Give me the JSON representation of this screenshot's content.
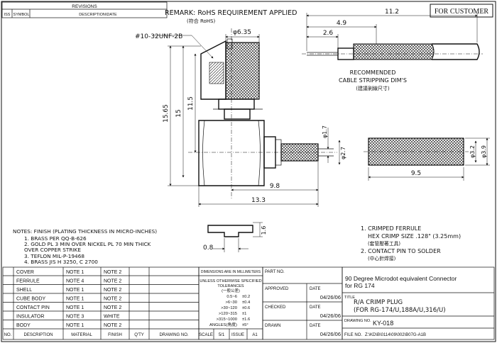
{
  "revisions": {
    "title": "REVISIONS",
    "col_iss": "ISS",
    "col_symbol": "SYMBOL",
    "col_description": "DESCRIPTION\\DATE"
  },
  "remark": {
    "line1": "REMARK: RoHS REQUIREMENT APPLIED",
    "line2": "(符合 RoHS)"
  },
  "for_customer": "FOR CUSTOMER",
  "dimensions": {
    "thread": "#10-32UNF-2B",
    "d635": "φ6.35",
    "d1565": "15.65",
    "d15": "15",
    "d115": "11.5",
    "d17": "φ1.7",
    "d27": "φ2.7",
    "d98": "9.8",
    "d133": "13.3",
    "d16": "1.6",
    "d08": "0.8",
    "d112": "11.2",
    "d49": "4.9",
    "d26": "2.6",
    "d32": "φ3.2",
    "d39": "φ3.9",
    "d95": "9.5"
  },
  "stripping": {
    "line1": "RECOMMENDED",
    "line2": "CABLE STRIPPING DIM'S",
    "line3": "(建議剝線尺寸)"
  },
  "notes": {
    "title": "NOTES: FINISH (PLATING THICKNESS IN MICRO-INCHES)",
    "items": [
      "1. BRASS PER QQ-B-626",
      "2. GOLD PL 3 MIN OVER NICKEL PL 70 MIN THICK",
      "    OVER COPPER STRIKE",
      "3. TEFLON MIL-P-19468",
      "4. BRASS JIS H 3250, C 2700"
    ]
  },
  "assembly_notes": {
    "n1": "1. CRIMPED FERRULE",
    "n1b": "HEX CRIMP SIZE .128\" (3.25mm)",
    "n1c": "(套管壓著工具)",
    "n2": "2. CONTACT PIN TO SOLDER",
    "n2b": "(中心針焊接)"
  },
  "bom": {
    "rows": [
      {
        "name": "COVER",
        "material": "NOTE 1",
        "finish": "NOTE 2"
      },
      {
        "name": "FERRULE",
        "material": "NOTE 4",
        "finish": "NOTE 2"
      },
      {
        "name": "SHELL",
        "material": "NOTE 1",
        "finish": "NOTE 2"
      },
      {
        "name": "CUBE BODY",
        "material": "NOTE 1",
        "finish": "NOTE 2"
      },
      {
        "name": "CONTACT PIN",
        "material": "NOTE 1",
        "finish": "NOTE 2"
      },
      {
        "name": "INSULATOR",
        "material": "NOTE 3",
        "finish": "WHITE"
      },
      {
        "name": "BODY",
        "material": "NOTE 1",
        "finish": "NOTE 2"
      }
    ],
    "headers": [
      "NO.",
      "DESCRIPTION",
      "MATERIAL",
      "FINISH",
      "Q'TY",
      "DRAWING NO."
    ]
  },
  "tolerance": {
    "title": "DIMENSIONS ARE IN MILLIMETERS",
    "l1": "UNLESS OTHERWISE SPECIFIED",
    "l2": "TOLERANCES",
    "l3": "(一般公差)",
    "rows": [
      {
        "range": "0.5~6",
        "tol": "±0.2"
      },
      {
        "range": ">6~30",
        "tol": "±0.4"
      },
      {
        "range": ">30~120",
        "tol": "±0.6"
      },
      {
        "range": ">120~315",
        "tol": "±1"
      },
      {
        "range": ">315~1000",
        "tol": "±1.6"
      },
      {
        "range": "ANGLES(角度)",
        "tol": "±5°"
      }
    ],
    "scale_label": "SCALE",
    "scale_value": "5/1",
    "issue_label": "ISSUE",
    "issue_value": "A1"
  },
  "approval": {
    "part_no": "PART NO.",
    "approved": "APPROVED",
    "checked": "CHECKED",
    "drawn": "DRAWN",
    "date": "DATE",
    "d1": "04/26/06",
    "d2": "04/26/06",
    "d3": "04/26/06"
  },
  "title_block": {
    "part_desc1": "90 Degree Microdot equivalent Connector",
    "part_desc2": "for RG 174",
    "title_label": "TITLE",
    "title1": "R/A CRIMP PLUG",
    "title2": "(FOR RG-174/U,188A/U,316/U)",
    "drawing_no_label": "DRAWING NO.",
    "drawing_no": "KY-018",
    "file_no_label": "FILE NO.",
    "file_no": "Z:\\KD\\B\\0114\\09\\002\\B07G-A1B"
  }
}
